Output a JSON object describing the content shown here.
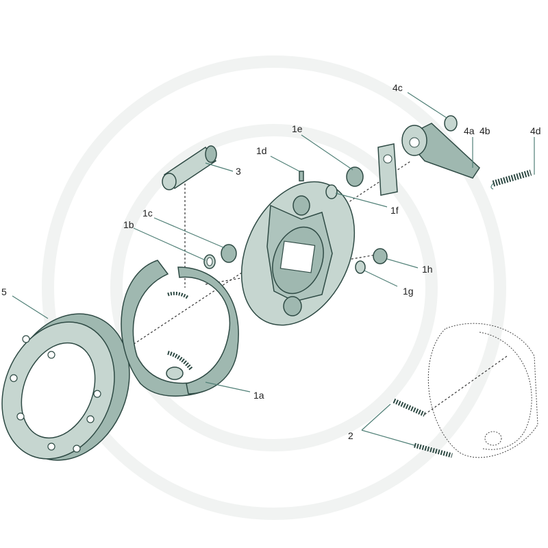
{
  "labels": {
    "l5": "5",
    "l1a": "1a",
    "l1b": "1b",
    "l1c": "1c",
    "l1d": "1d",
    "l1e": "1e",
    "l1f": "1f",
    "l1g": "1g",
    "l1h": "1h",
    "l2": "2",
    "l3": "3",
    "l4a": "4a",
    "l4b": "4b",
    "l4c": "4c",
    "l4d": "4d"
  },
  "colors": {
    "light": "#c6d6d0",
    "mid": "#9fb8b0",
    "outline": "#2e4a44",
    "leader": "#4f7f76"
  }
}
